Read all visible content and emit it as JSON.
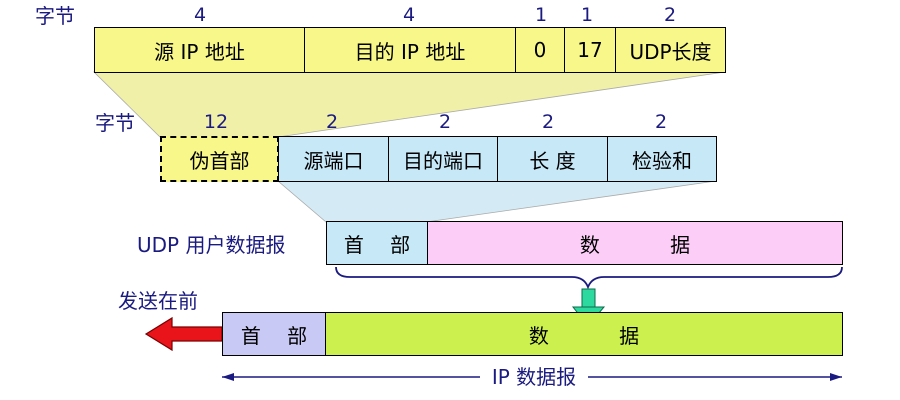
{
  "pseudo_header": {
    "bytes_label": "字节",
    "byte_counts": [
      "4",
      "4",
      "1",
      "1",
      "2"
    ],
    "fields": [
      "源 IP 地址",
      "目的 IP 地址",
      "0",
      "17",
      "UDP长度"
    ]
  },
  "udp_header": {
    "bytes_label": "字节",
    "byte_counts": [
      "12",
      "2",
      "2",
      "2",
      "2"
    ],
    "fields": [
      "伪首部",
      "源端口",
      "目的端口",
      "长 度",
      "检验和"
    ]
  },
  "udp_datagram": {
    "label": "UDP 用户数据报",
    "header": "首 部",
    "data": "数 据"
  },
  "ip_datagram": {
    "send_first": "发送在前",
    "header": "首 部",
    "data": "数 据",
    "label": "IP 数据报"
  },
  "colors": {
    "pseudo_header": "#f7f78a",
    "udp_header": "#c6e8f7",
    "udp_data": "#fbcdf7",
    "ip_header": "#c9c9f5",
    "ip_data": "#ccf04e",
    "send_arrow": "#e8141a",
    "down_arrow": "#2ed9a0",
    "text": "#1a1a80"
  }
}
